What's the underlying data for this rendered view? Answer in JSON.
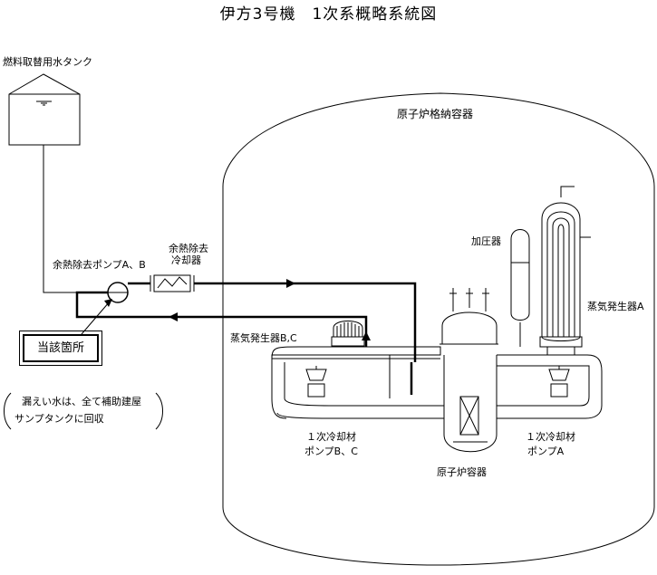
{
  "title": "伊方3号機　1次系概略系統図",
  "labels": {
    "fuel_tank": "燃料取替用水タンク",
    "containment": "原子炉格納容器",
    "pressurizer": "加圧器",
    "sg_a": "蒸気発生器A",
    "sg_bc": "蒸気発生器B,C",
    "rhr_pump": "余熱除去ポンプA、B",
    "rhr_cooler_line1": "余熱除去",
    "rhr_cooler_line2": "冷却器",
    "rcp_bc_line1": "１次冷却材",
    "rcp_bc_line2": "ポンプB、C",
    "rcp_a_line1": "１次冷却材",
    "rcp_a_line2": "ポンプA",
    "reactor_vessel": "原子炉容器",
    "location": "当該箇所",
    "note_line1": "漏えい水は、全て補助建屋",
    "note_line2": "サンプタンクに回収"
  }
}
